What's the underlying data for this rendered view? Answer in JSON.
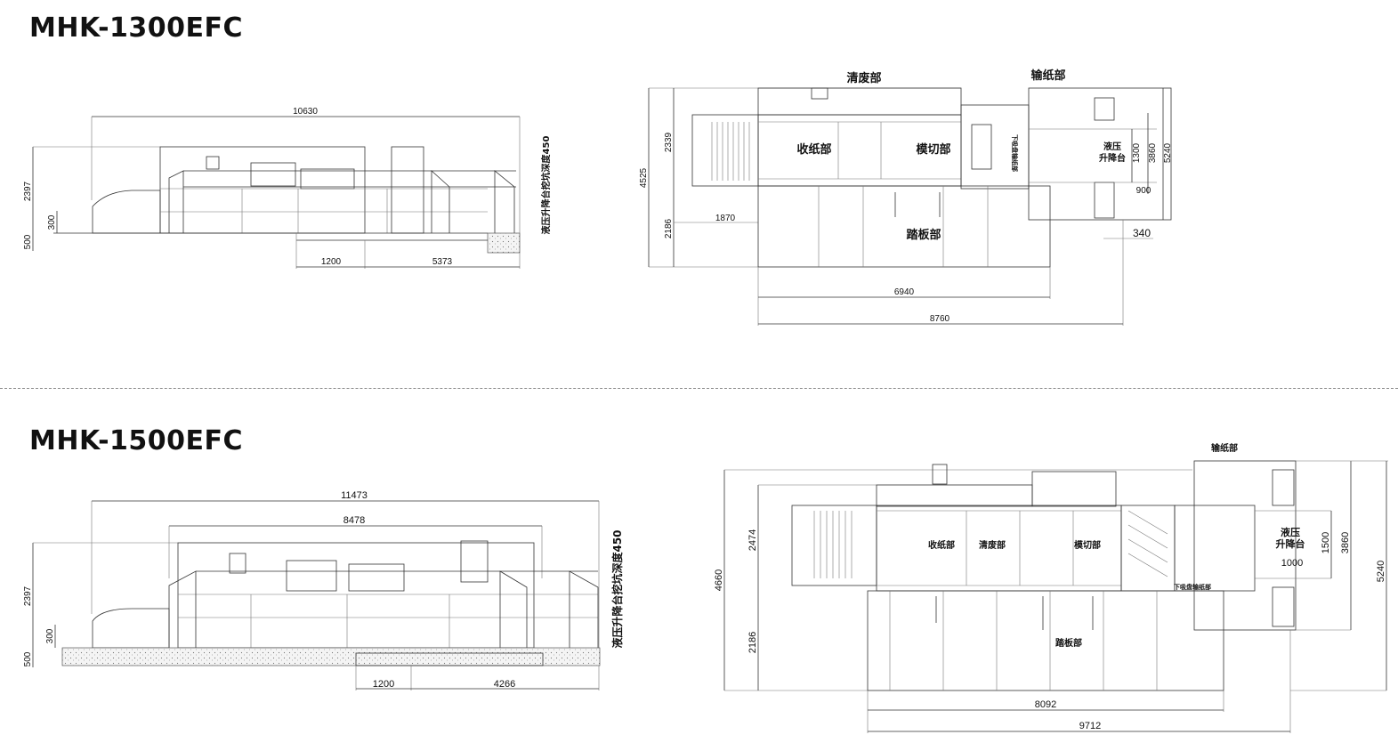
{
  "models": [
    {
      "title": "MHK-1300EFC",
      "side": {
        "length": "10630",
        "height": "2397",
        "step": "300",
        "pit_depth": "500",
        "pit_lift": "1200",
        "pit_tail": "5373",
        "pit_note": "液压升降台挖坑深度450"
      },
      "top": {
        "labels": {
          "stripping": "清废部",
          "feeder": "输纸部",
          "delivery": "收纸部",
          "diecut": "模切部",
          "platform": "踏板部",
          "lift": "液压",
          "lift2": "升降台",
          "lower": "下吸盘输纸部"
        },
        "dims": {
          "total_width": "4525",
          "upper": "2339",
          "lower": "2186",
          "offset": "1870",
          "inner": "1300",
          "mid": "3860",
          "outer": "5240",
          "gap": "900",
          "step": "340",
          "len_a": "6940",
          "len_b": "8760"
        }
      }
    },
    {
      "title": "MHK-1500EFC",
      "side": {
        "length": "11473",
        "inner_length": "8478",
        "height": "2397",
        "step": "300",
        "pit_depth": "500",
        "pit_lift": "1200",
        "pit_tail": "4266",
        "pit_note": "液压升降台挖坑深度450"
      },
      "top": {
        "labels": {
          "feeder": "输纸部",
          "delivery": "收纸部",
          "stripping": "清废部",
          "diecut": "模切部",
          "platform": "踏板部",
          "lift": "液压",
          "lift2": "升降台",
          "lower": "下吸盘输纸部"
        },
        "dims": {
          "total_width": "4660",
          "upper": "2474",
          "lower": "2186",
          "inner": "1500",
          "mid": "3860",
          "outer": "5240",
          "gap": "1000",
          "len_a": "8092",
          "len_b": "9712"
        }
      }
    }
  ]
}
